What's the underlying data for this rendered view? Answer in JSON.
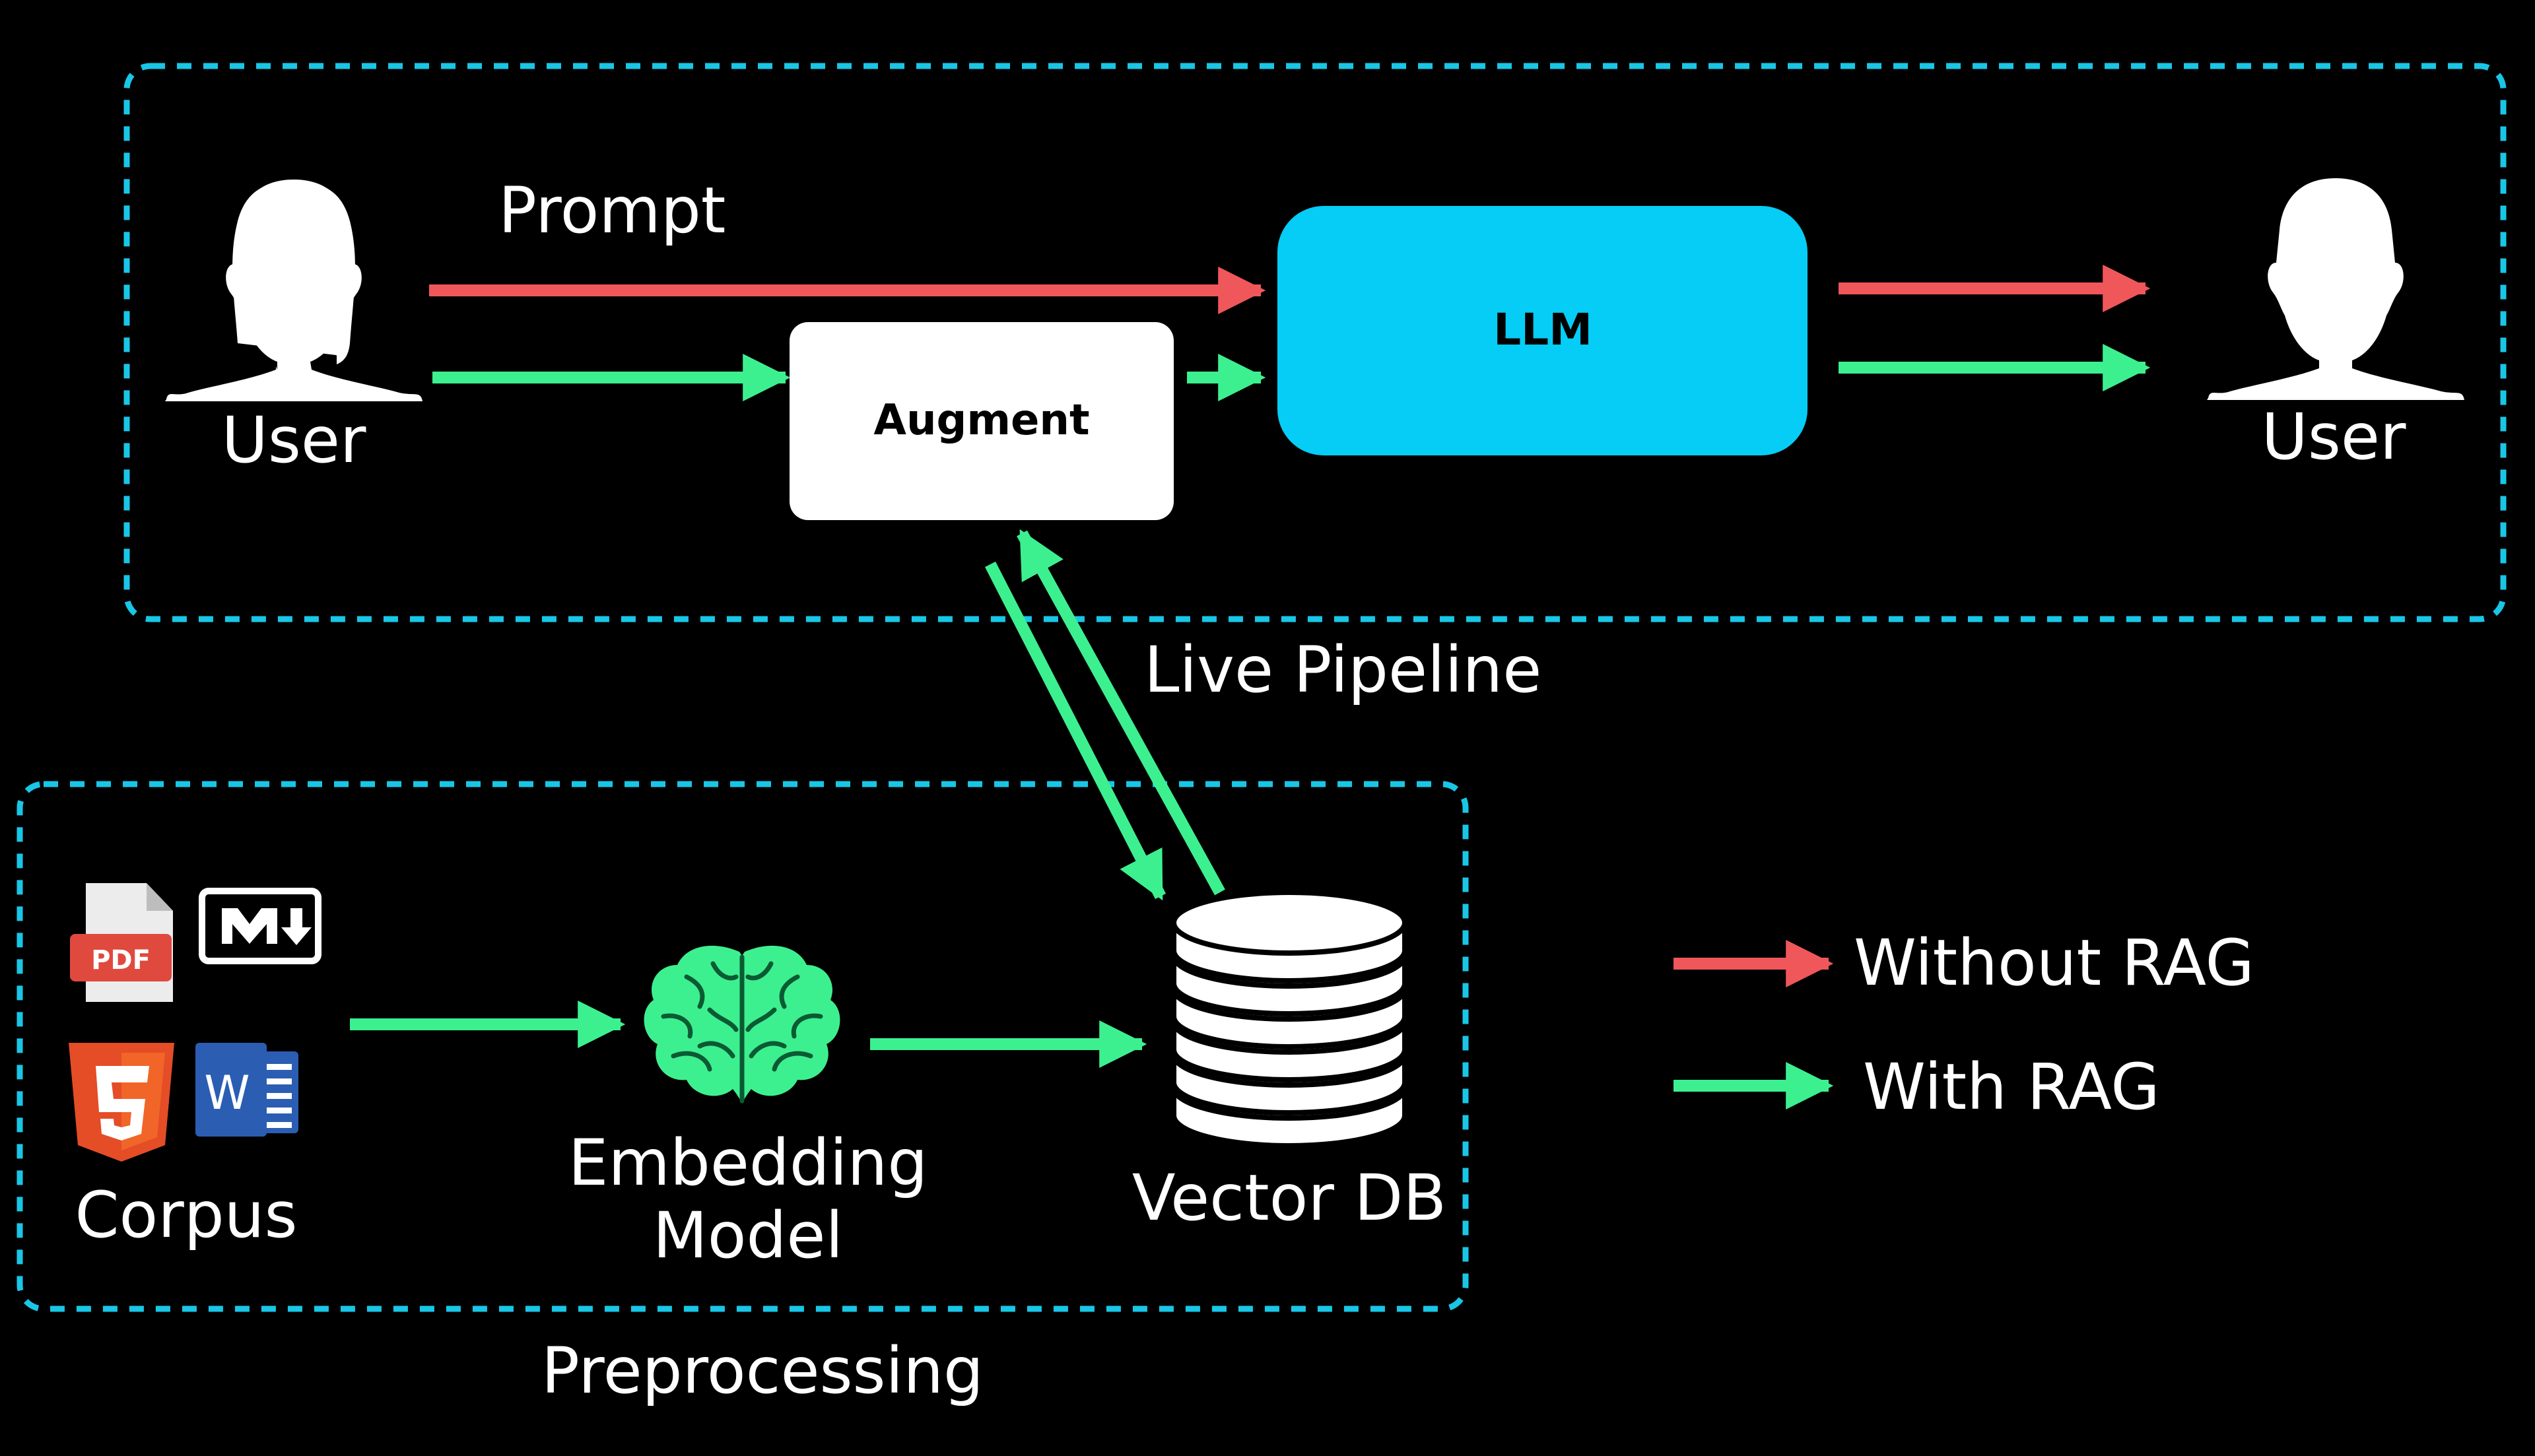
{
  "colors": {
    "background": "#000000",
    "boundary": "#19c6e6",
    "without_rag": "#f0575a",
    "with_rag": "#3df08f",
    "llm_fill": "#05cdf5",
    "augment_fill": "#ffffff",
    "pdf_red": "#e04a3e",
    "html5_orange": "#e44d26",
    "word_blue": "#2b5eb3"
  },
  "live_pipeline": {
    "title": "Live Pipeline",
    "prompt_label": "Prompt",
    "user_left_label": "User",
    "user_right_label": "User",
    "augment_label": "Augment",
    "llm_label": "LLM"
  },
  "preprocessing": {
    "title": "Preprocessing",
    "corpus_label": "Corpus",
    "embedding_label_line1": "Embedding",
    "embedding_label_line2": "Model",
    "vectordb_label": "Vector DB",
    "icons": {
      "pdf_text": "PDF",
      "word_text": "W"
    }
  },
  "legend": {
    "without_rag": "Without RAG",
    "with_rag": "With RAG"
  }
}
